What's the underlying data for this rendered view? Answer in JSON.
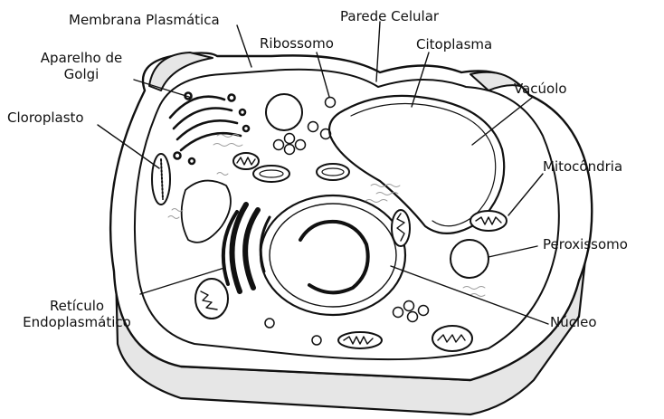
{
  "labels": {
    "membrana": "Membrana Plasmática",
    "parede": "Parede Celular",
    "ribossomo": "Ribossomo",
    "citoplasma": "Citoplasma",
    "golgi_1": "Aparelho de",
    "golgi_2": "Golgi",
    "cloroplasto": "Cloroplasto",
    "vacuolo": "Vacúolo",
    "mitocondria": "Mitocôndria",
    "peroxissomo": "Peroxissomo",
    "reticulo_1": "Retículo",
    "reticulo_2": "Endoplasmático",
    "nucleo": "Núcleo"
  },
  "colors": {
    "ink": "#111111",
    "cell_fill": "#ffffff",
    "shadow_fill": "#e6e6e6"
  }
}
